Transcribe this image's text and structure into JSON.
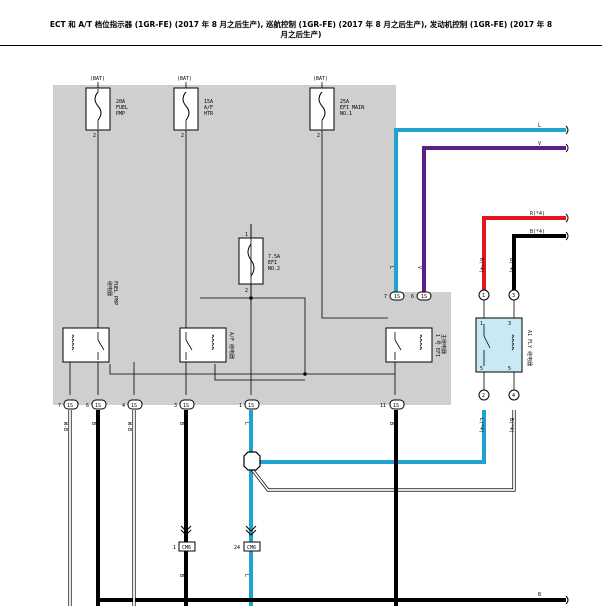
{
  "header": {
    "title_line1": "ECT 和 A/T 档位指示器 (1GR-FE) (2017 年 8 月之后生产), 巡航控制 (1GR-FE) (2017 年 8 月之后生产), 发动机控制 (1GR-FE) (2017 年 8",
    "title_line2": "月之后生产)"
  },
  "fuses": [
    {
      "source": "(BAT)",
      "amp": "20A",
      "name1": "FUEL",
      "name2": "PMP",
      "pin": "2"
    },
    {
      "source": "(BAT)",
      "amp": "15A",
      "name1": "A/F",
      "name2": "HTR",
      "pin": "2"
    },
    {
      "source": "(BAT)",
      "amp": "25A",
      "name1": "EFI MAIN",
      "name2": "NO.1",
      "pin": "2"
    },
    {
      "source": "",
      "amp": "7.5A",
      "name1": "EFI",
      "name2": "NO.2",
      "pin_top": "1",
      "pin": "2"
    }
  ],
  "relays": [
    {
      "label_line1": "FUEL PMP",
      "label_line2": "继电器"
    },
    {
      "label": "A/F 继电器"
    },
    {
      "label_line1": "1 号 EFI",
      "label_line2": "主继电器"
    },
    {
      "label": "A1 FLY 继电器"
    }
  ],
  "wires": {
    "L": "L",
    "V": "V",
    "R4": "R(*4)",
    "B4": "B(*4)",
    "B": "B",
    "W_B": "W-B",
    "L_4": "L(*4)",
    "B_4": "B(*4)"
  },
  "connectors": {
    "top_y": {
      "pin": "7",
      "id": "1S"
    },
    "top_v": {
      "pin": "6",
      "id": "1S"
    },
    "bot_7": {
      "pin": "7",
      "id": "1S"
    },
    "bot_6": {
      "pin": "6",
      "id": "1S"
    },
    "bot_4": {
      "pin": "4",
      "id": "1S"
    },
    "bot_3": {
      "pin": "3",
      "id": "1S"
    },
    "bot_1": {
      "pin": "1",
      "id": "1S"
    },
    "bot_11": {
      "pin": "11",
      "id": "1S"
    },
    "cm1": {
      "pin": "1",
      "id": "CM6"
    },
    "cm24": {
      "pin": "24",
      "id": "CM6"
    },
    "r_1": {
      "pin": "1"
    },
    "r_3": {
      "pin": "3"
    },
    "r_2": {
      "pin": "2"
    },
    "r_4": {
      "pin": "4"
    },
    "r_pin1": "1",
    "r_pin5": "5"
  },
  "colors": {
    "box_fill": "#cfcfcf",
    "blue": "#1fa3d1",
    "violet": "#5b1f87",
    "red": "#e8141b",
    "black": "#000000",
    "relay_fill": "#c9eaf4"
  }
}
